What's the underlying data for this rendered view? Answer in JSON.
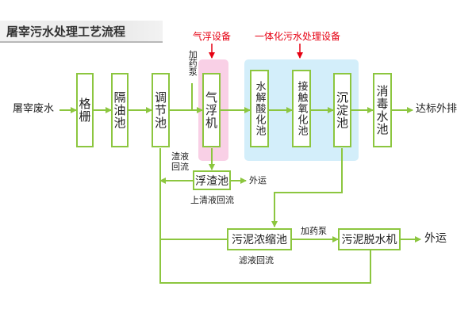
{
  "title": "屠宰污水处理工艺流程",
  "labels": {
    "air_flotation_equipment": "气浮设备",
    "integrated_equipment": "一体化污水处理设备",
    "wastewater": "屠宰废水",
    "dosing_pump_top": "加药泵",
    "effluent": "达标外排",
    "sludge_recirc": "渣液回流",
    "ship_out_scum": "外运",
    "supernatant_return": "上清液回流",
    "dosing_pump_mid": "加药泵",
    "ship_out_sludge": "外运",
    "filtrate_return": "滤液回流"
  },
  "units": {
    "grid": "格栅",
    "oil_separator": "隔油池",
    "equalization": "调节池",
    "air_flotation": "气浮机",
    "hydrolysis": "水解酸化池",
    "contact_oxidation": "接触氧化池",
    "sedimentation": "沉淀池",
    "disinfection": "消毒水池",
    "scum_tank": "浮渣池",
    "sludge_thickener": "污泥浓缩池",
    "sludge_dewatering": "污泥脱水机"
  },
  "colors": {
    "box_border": "#8cc63f",
    "air_highlight": "#f9d0e6",
    "integrated_highlight": "#d3eefa",
    "arrow": "#8cc63f",
    "red_label": "#e60012"
  }
}
